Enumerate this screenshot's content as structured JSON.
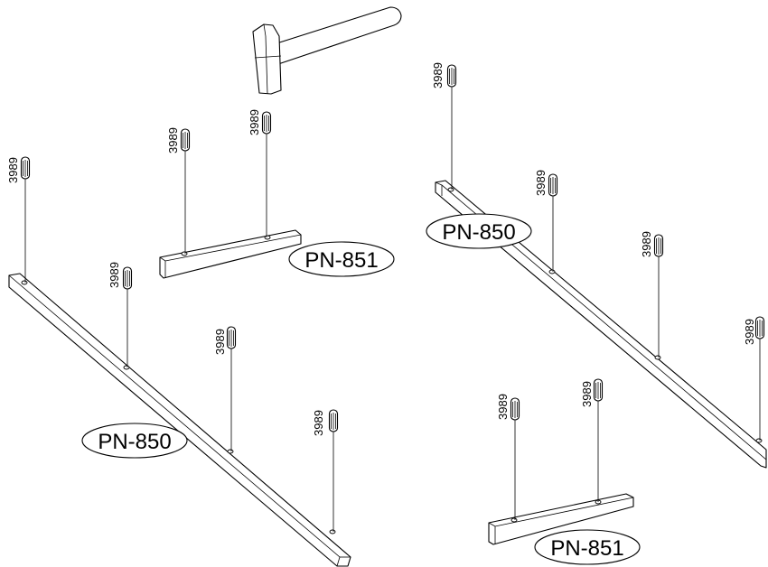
{
  "dowel_code": "3989",
  "labels": {
    "rail_left": "PN-850",
    "rail_right": "PN-850",
    "cross_top": "PN-851",
    "cross_bottom": "PN-851"
  },
  "colors": {
    "ink": "#000000",
    "paper": "#ffffff"
  }
}
